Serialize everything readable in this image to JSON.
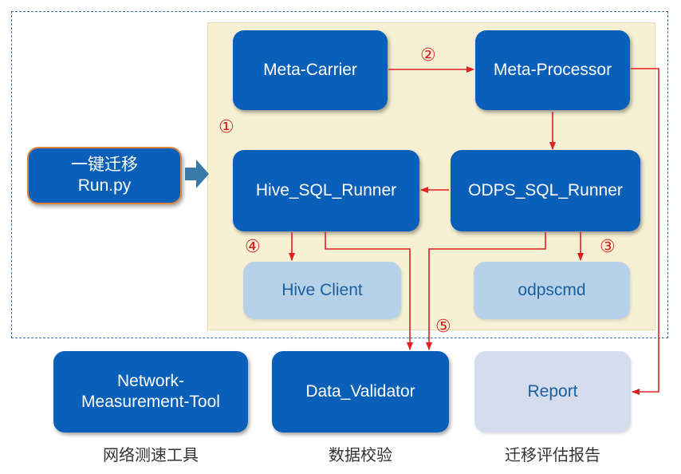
{
  "entry": {
    "line1": "一键迁移",
    "line2": "Run.py"
  },
  "nodes": {
    "meta_carrier": "Meta-Carrier",
    "meta_processor": "Meta-Processor",
    "hive_sql_runner": "Hive_SQL_Runner",
    "odps_sql_runner": "ODPS_SQL_Runner",
    "hive_client": "Hive Client",
    "odpscmd": "odpscmd",
    "network_tool": {
      "line1": "Network-",
      "line2": "Measurement-Tool"
    },
    "data_validator": "Data_Validator",
    "report": "Report"
  },
  "captions": {
    "network_tool": "网络测速工具",
    "data_validator": "数据校验",
    "report": "迁移评估报告"
  },
  "step_markers": {
    "step1": "①",
    "step2": "②",
    "step3": "③",
    "step4": "④",
    "step5": "⑤"
  },
  "colors": {
    "node_blue": "#0a5fb8",
    "client_light": "#b7d2e8",
    "report_grey": "#d4dced",
    "panel_bg": "#f7f0d4",
    "arrow_red": "#e02020",
    "entry_border": "#e0863a",
    "frame_dashed": "#3a6fa0"
  }
}
